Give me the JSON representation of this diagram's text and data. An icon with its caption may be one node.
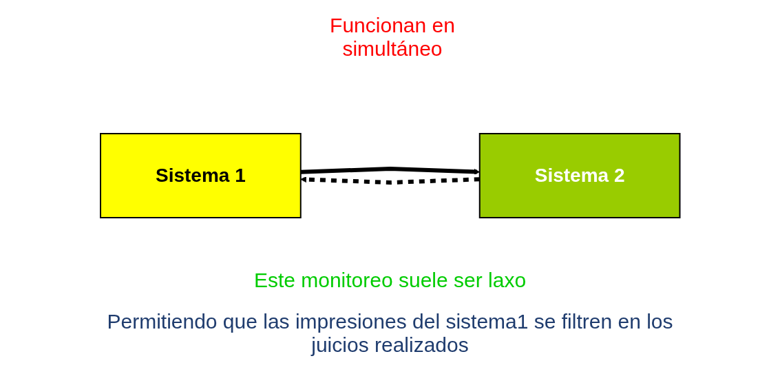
{
  "diagram": {
    "nodes": [
      {
        "text": [
          "Sistema 1"
        ]
      },
      {
        "text": [
          "Sistema 2"
        ]
      }
    ],
    "edges": [
      {
        "from": 0,
        "to": 1,
        "arrow": "to"
      },
      {
        "from": 1,
        "to": 0,
        "arrow": "to",
        "style": "dashed"
      }
    ],
    "labels": [
      "Funcionan en simultáneo",
      "Este monitoreo suele ser laxo",
      "Permitiendo que las impresiones del sistema1 se filtren en los juicios realizados"
    ]
  }
}
